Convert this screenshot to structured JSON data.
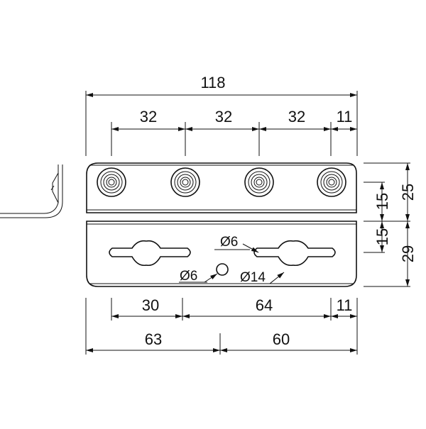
{
  "dimensions": {
    "overall_width": "118",
    "spacing_1": "32",
    "spacing_2": "32",
    "spacing_3": "32",
    "edge_top": "11",
    "bottom_30": "30",
    "bottom_64": "64",
    "edge_bottom": "11",
    "bottom_63": "63",
    "bottom_60": "60",
    "height_25": "25",
    "height_15_top": "15",
    "height_15_bottom": "15",
    "height_29": "29"
  },
  "callouts": {
    "diam_6_upper": "Ø6",
    "diam_6_lower": "Ø6",
    "diam_14": "Ø14"
  },
  "colors": {
    "line": "#111111",
    "background": "#ffffff"
  }
}
